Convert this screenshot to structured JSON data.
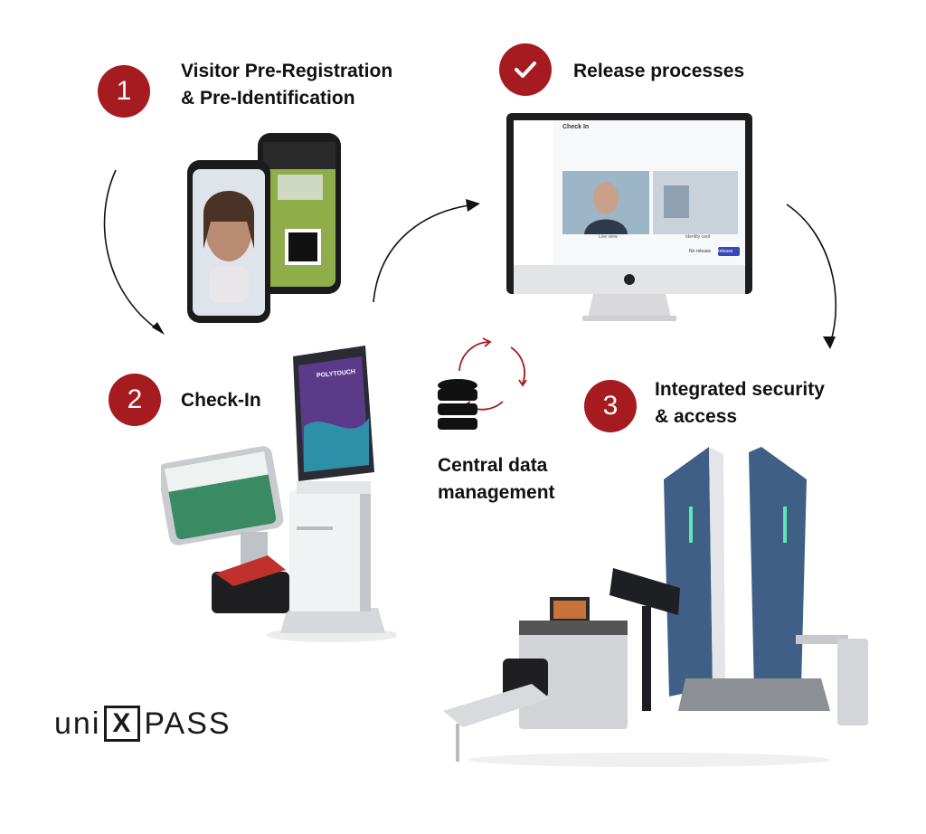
{
  "steps": [
    {
      "badge": "1",
      "title_lines": [
        "Visitor Pre-Registration",
        "& Pre-Identification"
      ]
    },
    {
      "badge": "✓",
      "title_lines": [
        "Release processes"
      ]
    },
    {
      "badge": "2",
      "title_lines": [
        "Check-In"
      ]
    },
    {
      "badge": "3",
      "title_lines": [
        "Integrated security",
        "& access"
      ]
    }
  ],
  "central": {
    "title_lines": [
      "Central data",
      "management"
    ]
  },
  "logo": {
    "left": "uni",
    "mark": "X",
    "right": "PASS"
  },
  "kiosk": {
    "brand": "POLYTOUCH"
  },
  "monitor": {
    "screen_title": "Check In",
    "photo_left_caption": "Live view",
    "photo_right_caption": "Identity card",
    "btn_release": "Release",
    "btn_no_release": "No release"
  },
  "colors": {
    "accent": "#a51b1f",
    "text": "#111111"
  }
}
